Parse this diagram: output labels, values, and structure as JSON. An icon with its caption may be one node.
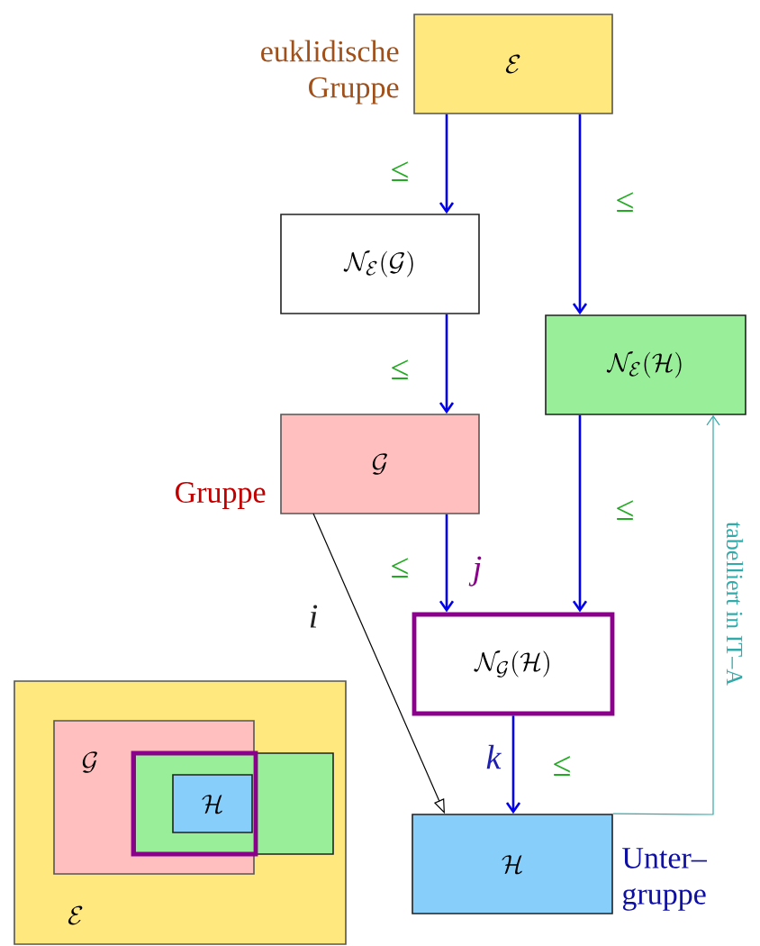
{
  "diagram": {
    "nodes": [
      {
        "text": [
          "\\mathcal{E}"
        ],
        "beside": [
          "euklidische Gruppe"
        ]
      },
      {
        "text": [
          "\\mathcal{N}_{\\mathcal{E}}(\\mathcal{G})"
        ]
      },
      {
        "text": [
          "\\mathcal{N}_{\\mathcal{E}}(\\mathcal{H})"
        ]
      },
      {
        "text": [
          "\\mathcal{G}"
        ],
        "beside": [
          "Gruppe"
        ]
      },
      {
        "text": [
          "\\mathcal{N}_{\\mathcal{G}}(\\mathcal{H})"
        ]
      },
      {
        "text": [
          "\\mathcal{H}"
        ],
        "beside": [
          "Unter– gruppe"
        ]
      },
      {
        "text": [
          "\\mathcal{E}"
        ]
      },
      {
        "text": [
          "\\mathcal{G}"
        ],
        "in": 6
      },
      {
        "text": [],
        "shape": "box",
        "in": 6
      },
      {
        "text": [],
        "shape": "box"
      },
      {
        "text": [
          "\\mathcal{H}"
        ],
        "in": 9
      }
    ],
    "edges": [
      {
        "from": 0,
        "to": 1,
        "arrow": "to",
        "label": "≤"
      },
      {
        "from": 0,
        "to": 2,
        "arrow": "to",
        "label": "≤"
      },
      {
        "from": 1,
        "to": 3,
        "arrow": "to",
        "label": "≤"
      },
      {
        "from": 3,
        "to": 4,
        "arrow": "to",
        "label": "≤"
      },
      {
        "from": 2,
        "to": 4,
        "arrow": "to",
        "label": "≤"
      },
      {
        "from": 4,
        "to": 5,
        "arrow": "to",
        "label": "≤"
      },
      {
        "from": 3,
        "to": 5,
        "arrow": "to",
        "label": "i",
        "color": "#000000"
      },
      {
        "from": 5,
        "to": 2,
        "arrow": "to",
        "label": "tabelliert in IT–A",
        "color": "#33aaaa"
      }
    ],
    "labels": [
      "j",
      "k"
    ]
  }
}
